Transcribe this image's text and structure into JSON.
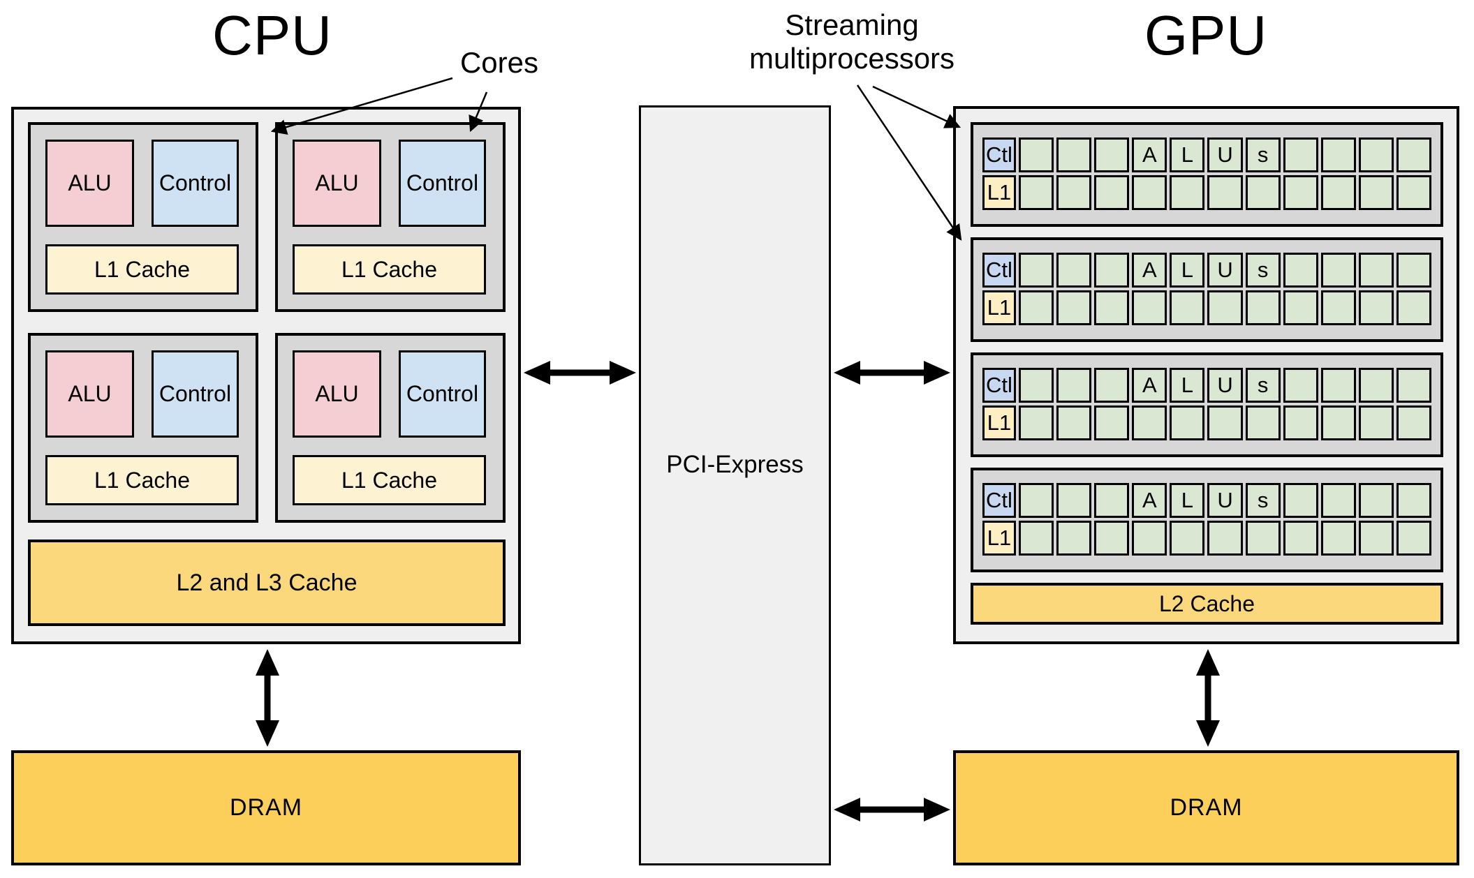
{
  "colors": {
    "background": "#ffffff",
    "chip_box": "#efefef",
    "unit_box": "#d7d7d7",
    "alu": "#f5ced3",
    "control": "#cfe2f3",
    "l1_cache": "#fdf2d1",
    "ctl_cell": "#c9d8f1",
    "l1_cell": "#fdeec4",
    "alu_cell": "#d9e7d3",
    "l2_cache": "#fbd87b",
    "dram": "#fbcf59",
    "pci": "#f0f0f0",
    "outline": "#000000"
  },
  "titles": {
    "cpu": "CPU",
    "gpu": "GPU"
  },
  "annotations": {
    "cores": "Cores",
    "streaming_line1": "Streaming",
    "streaming_line2": "multiprocessors"
  },
  "cpu": {
    "cores": [
      {
        "alu": "ALU",
        "control": "Control",
        "l1": "L1 Cache"
      },
      {
        "alu": "ALU",
        "control": "Control",
        "l1": "L1 Cache"
      },
      {
        "alu": "ALU",
        "control": "Control",
        "l1": "L1 Cache"
      },
      {
        "alu": "ALU",
        "control": "Control",
        "l1": "L1 Cache"
      }
    ],
    "l2_l3_label": "L2 and L3 Cache",
    "dram_label": "DRAM"
  },
  "pci": {
    "label": "PCI-Express"
  },
  "gpu": {
    "sm_rows": [
      {
        "ctl": "Ctl",
        "l1": "L1",
        "alu_letters": [
          "",
          "",
          "",
          "A",
          "L",
          "U",
          "s",
          "",
          "",
          "",
          ""
        ]
      },
      {
        "ctl": "Ctl",
        "l1": "L1",
        "alu_letters": [
          "",
          "",
          "",
          "A",
          "L",
          "U",
          "s",
          "",
          "",
          "",
          ""
        ]
      },
      {
        "ctl": "Ctl",
        "l1": "L1",
        "alu_letters": [
          "",
          "",
          "",
          "A",
          "L",
          "U",
          "s",
          "",
          "",
          "",
          ""
        ]
      },
      {
        "ctl": "Ctl",
        "l1": "L1",
        "alu_letters": [
          "",
          "",
          "",
          "A",
          "L",
          "U",
          "s",
          "",
          "",
          "",
          ""
        ]
      }
    ],
    "l2_label": "L2 Cache",
    "dram_label": "DRAM"
  }
}
